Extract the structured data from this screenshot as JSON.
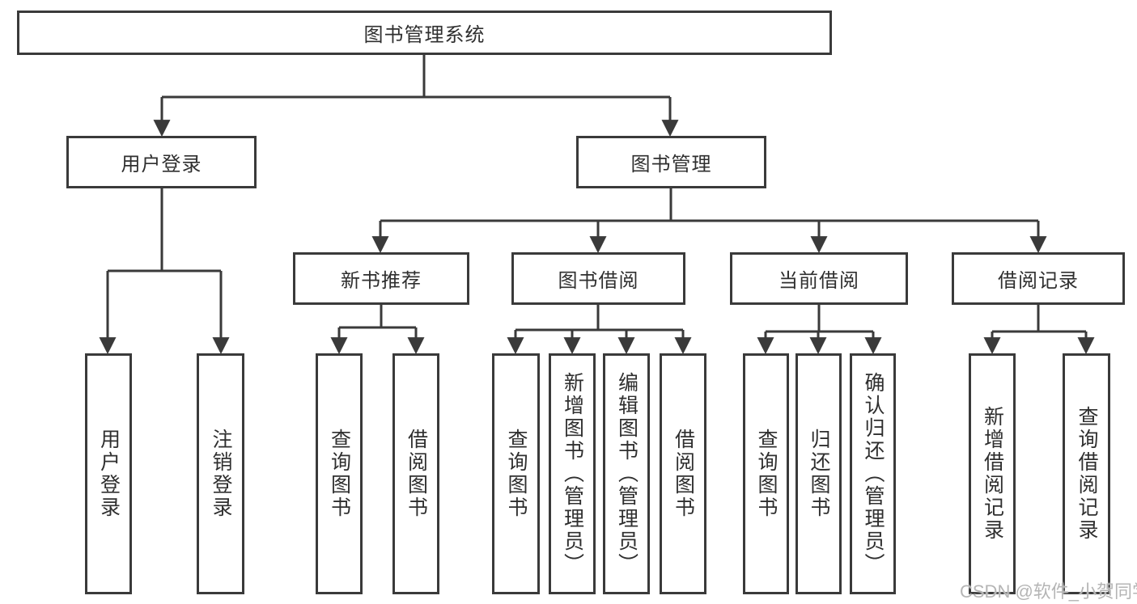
{
  "diagram": {
    "title": "图书管理系统",
    "nodes": {
      "root": {
        "label": "图书管理系统"
      },
      "user_login": {
        "label": "用户登录"
      },
      "book_mgmt": {
        "label": "图书管理"
      },
      "login": {
        "label": "用户登录"
      },
      "logout": {
        "label": "注销登录"
      },
      "new_book_rec": {
        "label": "新书推荐"
      },
      "book_borrow": {
        "label": "图书借阅"
      },
      "current_borrow": {
        "label": "当前借阅"
      },
      "borrow_records": {
        "label": "借阅记录"
      },
      "nbr_query": {
        "label": "查询图书"
      },
      "nbr_borrow": {
        "label": "借阅图书"
      },
      "bb_query": {
        "label": "查询图书"
      },
      "bb_add": {
        "label": "新增图书（管理员）"
      },
      "bb_edit": {
        "label": "编辑图书（管理员）"
      },
      "bb_borrow": {
        "label": "借阅图书"
      },
      "cb_query": {
        "label": "查询图书"
      },
      "cb_return": {
        "label": "归还图书"
      },
      "cb_confirm": {
        "label": "确认归还（管理员）"
      },
      "br_add": {
        "label": "新增借阅记录"
      },
      "br_query": {
        "label": "查询借阅记录"
      }
    },
    "tree": [
      {
        "parent": "图书管理系统",
        "children": [
          "用户登录",
          "图书管理"
        ]
      },
      {
        "parent": "用户登录",
        "children": [
          "用户登录",
          "注销登录"
        ]
      },
      {
        "parent": "图书管理",
        "children": [
          "新书推荐",
          "图书借阅",
          "当前借阅",
          "借阅记录"
        ]
      },
      {
        "parent": "新书推荐",
        "children": [
          "查询图书",
          "借阅图书"
        ]
      },
      {
        "parent": "图书借阅",
        "children": [
          "查询图书",
          "新增图书（管理员）",
          "编辑图书（管理员）",
          "借阅图书"
        ]
      },
      {
        "parent": "当前借阅",
        "children": [
          "查询图书",
          "归还图书",
          "确认归还（管理员）"
        ]
      },
      {
        "parent": "借阅记录",
        "children": [
          "新增借阅记录",
          "查询借阅记录"
        ]
      }
    ],
    "watermark": "CSDN @软件_小贺同学",
    "colors": {
      "line": "#3a3a3a",
      "text": "#2f2f2f",
      "box_background": "#ffffff",
      "watermark": "#b5b5b5",
      "background": "#ffffff"
    }
  }
}
